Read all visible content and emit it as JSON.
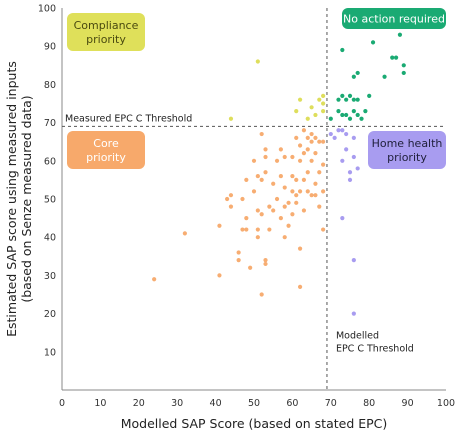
{
  "chart_data": {
    "type": "scatter",
    "xlabel": "Modelled SAP Score (based on stated EPC)",
    "ylabel": [
      "Estimated SAP score using measured inputs",
      "(based on Senze measured data)"
    ],
    "xlim": [
      0,
      100
    ],
    "ylim": [
      0,
      100
    ],
    "xticks": [
      "0",
      "10",
      "20",
      "30",
      "40",
      "50",
      "60",
      "70",
      "80",
      "90",
      "100"
    ],
    "yticks": [
      "10",
      "20",
      "30",
      "40",
      "50",
      "60",
      "70",
      "80",
      "90",
      "100"
    ],
    "grid": false,
    "thresholds": {
      "x": 69,
      "y": 69,
      "x_label": [
        "Modelled",
        "EPC C Threshold"
      ],
      "y_label": "Measured EPC C Threshold"
    },
    "quadrants": [
      {
        "id": "compliance",
        "label": [
          "Compliance",
          "priority"
        ],
        "color": "#dfe05a",
        "text_color": "#4a4a10"
      },
      {
        "id": "no-action",
        "label": [
          "No action required"
        ],
        "color": "#1aaa73",
        "text_color": "#ffffff"
      },
      {
        "id": "core",
        "label": [
          "Core",
          "priority"
        ],
        "color": "#f7a96b",
        "text_color": "#ffffff"
      },
      {
        "id": "home-health",
        "label": [
          "Home health",
          "priority"
        ],
        "color": "#a89cf0",
        "text_color": "#1f1f3a"
      }
    ],
    "series": [
      {
        "id": "core",
        "color": "#f7ad72",
        "points": [
          [
            24,
            29
          ],
          [
            32,
            41
          ],
          [
            41,
            30
          ],
          [
            41,
            43
          ],
          [
            43,
            50
          ],
          [
            44,
            51
          ],
          [
            44,
            48
          ],
          [
            46,
            36
          ],
          [
            46,
            34
          ],
          [
            47,
            42
          ],
          [
            47,
            50
          ],
          [
            48,
            55
          ],
          [
            48,
            45
          ],
          [
            48,
            42
          ],
          [
            49,
            32
          ],
          [
            50,
            60
          ],
          [
            50,
            52
          ],
          [
            51,
            56
          ],
          [
            51,
            40
          ],
          [
            51,
            42
          ],
          [
            51,
            47
          ],
          [
            52,
            67
          ],
          [
            52,
            55
          ],
          [
            52,
            46
          ],
          [
            52,
            25
          ],
          [
            53,
            61
          ],
          [
            53,
            63
          ],
          [
            53,
            57
          ],
          [
            53,
            34
          ],
          [
            53,
            33
          ],
          [
            54,
            48
          ],
          [
            54,
            42
          ],
          [
            55,
            54
          ],
          [
            55,
            47
          ],
          [
            56,
            60
          ],
          [
            56,
            50
          ],
          [
            57,
            63
          ],
          [
            57,
            56
          ],
          [
            57,
            45
          ],
          [
            58,
            61
          ],
          [
            58,
            53
          ],
          [
            58,
            48
          ],
          [
            58,
            40
          ],
          [
            59,
            49
          ],
          [
            59,
            43
          ],
          [
            60,
            61
          ],
          [
            60,
            56
          ],
          [
            60,
            52
          ],
          [
            60,
            46
          ],
          [
            61,
            66
          ],
          [
            61,
            55
          ],
          [
            61,
            51
          ],
          [
            61,
            49
          ],
          [
            62,
            64
          ],
          [
            62,
            60
          ],
          [
            62,
            52
          ],
          [
            62,
            37
          ],
          [
            62,
            27
          ],
          [
            63,
            68
          ],
          [
            63,
            62
          ],
          [
            63,
            55
          ],
          [
            63,
            47
          ],
          [
            64,
            66
          ],
          [
            64,
            63
          ],
          [
            64,
            57
          ],
          [
            64,
            52
          ],
          [
            65,
            67
          ],
          [
            65,
            65
          ],
          [
            65,
            60
          ],
          [
            65,
            51
          ],
          [
            66,
            66
          ],
          [
            66,
            62
          ],
          [
            66,
            54
          ],
          [
            66,
            51
          ],
          [
            67,
            65
          ],
          [
            67,
            57
          ],
          [
            67,
            48
          ],
          [
            68,
            65
          ],
          [
            68,
            59
          ],
          [
            68,
            52
          ],
          [
            68,
            42
          ]
        ]
      },
      {
        "id": "compliance",
        "color": "#dede5c",
        "points": [
          [
            44,
            71
          ],
          [
            51,
            86
          ],
          [
            61,
            73
          ],
          [
            62,
            76
          ],
          [
            64,
            71
          ],
          [
            65,
            74
          ],
          [
            66,
            72
          ],
          [
            67,
            76
          ],
          [
            68,
            77
          ],
          [
            68,
            75
          ],
          [
            68,
            73
          ]
        ]
      },
      {
        "id": "no-action",
        "color": "#1aaa73",
        "points": [
          [
            70,
            71
          ],
          [
            72,
            73
          ],
          [
            72,
            76
          ],
          [
            73,
            89
          ],
          [
            73,
            72
          ],
          [
            73,
            77
          ],
          [
            74,
            76
          ],
          [
            74,
            72
          ],
          [
            75,
            77
          ],
          [
            75,
            71
          ],
          [
            76,
            82
          ],
          [
            76,
            76
          ],
          [
            76,
            73
          ],
          [
            77,
            83
          ],
          [
            77,
            76
          ],
          [
            77,
            72
          ],
          [
            78,
            71
          ],
          [
            79,
            73
          ],
          [
            80,
            77
          ],
          [
            81,
            91
          ],
          [
            84,
            82
          ],
          [
            86,
            87
          ],
          [
            87,
            87
          ],
          [
            88,
            93
          ],
          [
            89,
            85
          ],
          [
            89,
            83
          ]
        ]
      },
      {
        "id": "home-health",
        "color": "#a89cf0",
        "points": [
          [
            70,
            67
          ],
          [
            71,
            66
          ],
          [
            72,
            68
          ],
          [
            73,
            68
          ],
          [
            73,
            60
          ],
          [
            73,
            45
          ],
          [
            74,
            67
          ],
          [
            74,
            63
          ],
          [
            75,
            57
          ],
          [
            75,
            55
          ],
          [
            76,
            66
          ],
          [
            76,
            61
          ],
          [
            76,
            34
          ],
          [
            76,
            20
          ],
          [
            77,
            58
          ]
        ]
      }
    ]
  }
}
